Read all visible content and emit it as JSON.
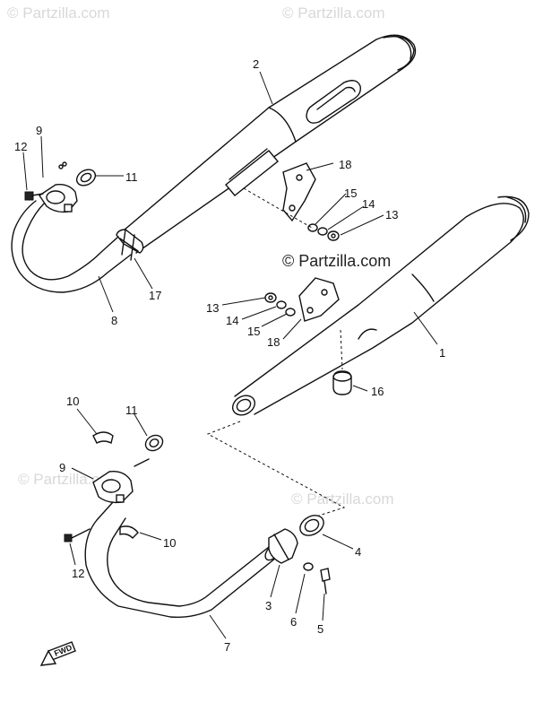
{
  "watermark": "© Partzilla.com",
  "fwd_label": "FWD",
  "callouts": [
    "1",
    "2",
    "3",
    "4",
    "5",
    "6",
    "7",
    "8",
    "9",
    "9",
    "10",
    "10",
    "11",
    "11",
    "12",
    "12",
    "13",
    "13",
    "14",
    "14",
    "15",
    "15",
    "16",
    "17",
    "18",
    "18"
  ]
}
